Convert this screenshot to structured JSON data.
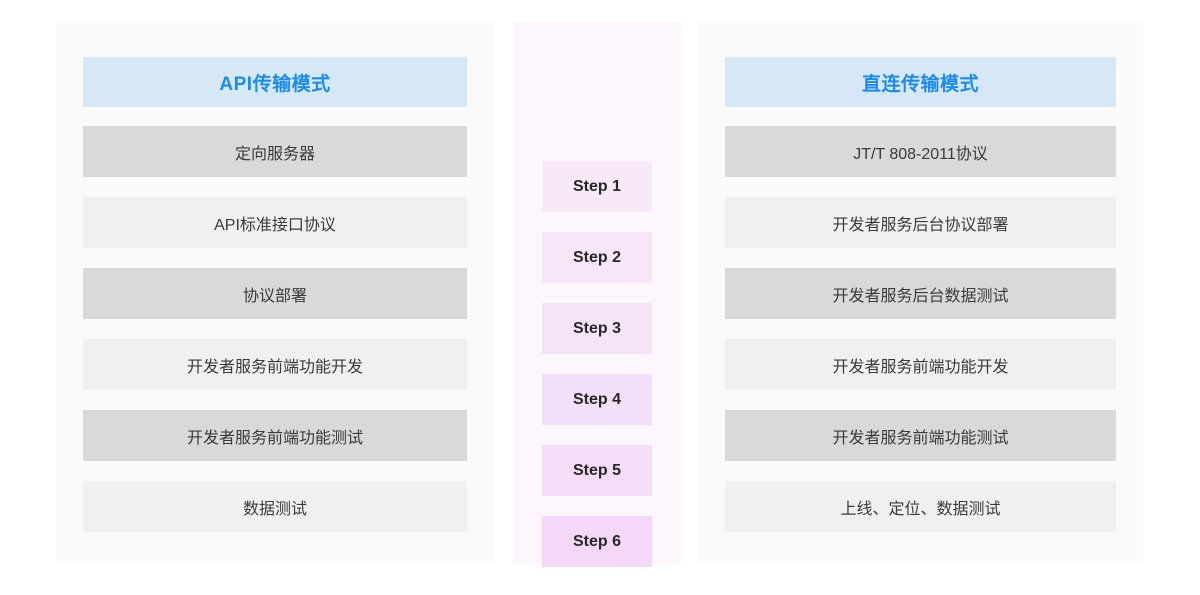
{
  "columns": {
    "left": {
      "header": "API传输模式",
      "header_color": "#1b8bef",
      "header_bg": "#d6e8f5",
      "rows": [
        "定向服务器",
        "API标准接口协议",
        "协议部署",
        "开发者服务前端功能开发",
        "开发者服务前端功能测试",
        "数据测试"
      ]
    },
    "middle": {
      "steps": [
        "Step 1",
        "Step 2",
        "Step 3",
        "Step 4",
        "Step 5",
        "Step 6"
      ],
      "step_colors": [
        "#f7e9f8",
        "#f6e6f8",
        "#f5e3f8",
        "#f4dff8",
        "#f5dcf8",
        "#f5d8f8"
      ]
    },
    "right": {
      "header": "直连传输模式",
      "header_color": "#1b8bef",
      "header_bg": "#d6e8f5",
      "rows": [
        "JT/T 808-2011协议",
        "开发者服务后台协议部署",
        "开发者服务后台数据测试",
        "开发者服务前端功能开发",
        "开发者服务前端功能测试",
        "上线、定位、数据测试"
      ]
    }
  },
  "row_tones": [
    "dark",
    "light",
    "dark",
    "light",
    "dark",
    "light"
  ],
  "palette": {
    "row_dark": "#d9d9d9",
    "row_light": "#f0f0f0",
    "panel_bg": "#fafafa",
    "panel_mid_bg": "#fdf6fc",
    "row_text": "#3a3a3a",
    "step_text": "#272727"
  }
}
